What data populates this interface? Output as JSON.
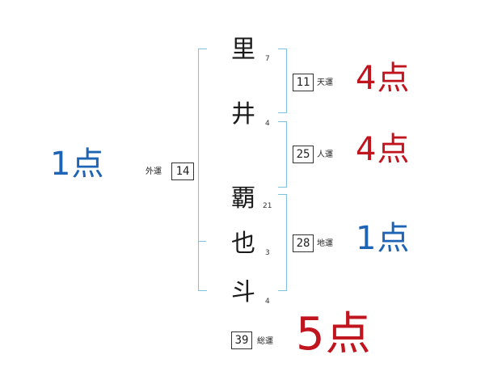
{
  "name_chars": [
    {
      "char": "里",
      "strokes": "7"
    },
    {
      "char": "井",
      "strokes": "4"
    },
    {
      "char": "覇",
      "strokes": "21"
    },
    {
      "char": "也",
      "strokes": "3"
    },
    {
      "char": "斗",
      "strokes": "4"
    }
  ],
  "fortunes": {
    "tenkaku": {
      "value": "11",
      "label": "天運",
      "score": "4点"
    },
    "jinkaku": {
      "value": "25",
      "label": "人運",
      "score": "4点"
    },
    "chikaku": {
      "value": "28",
      "label": "地運",
      "score": "1点"
    },
    "gaikaku": {
      "value": "14",
      "label": "外運",
      "score": "1点"
    },
    "soukaku": {
      "value": "39",
      "label": "総運",
      "score": "5点"
    }
  },
  "colors": {
    "good": "#c0141e",
    "bad": "#1e64b4",
    "bracket": "#7cc2de"
  }
}
